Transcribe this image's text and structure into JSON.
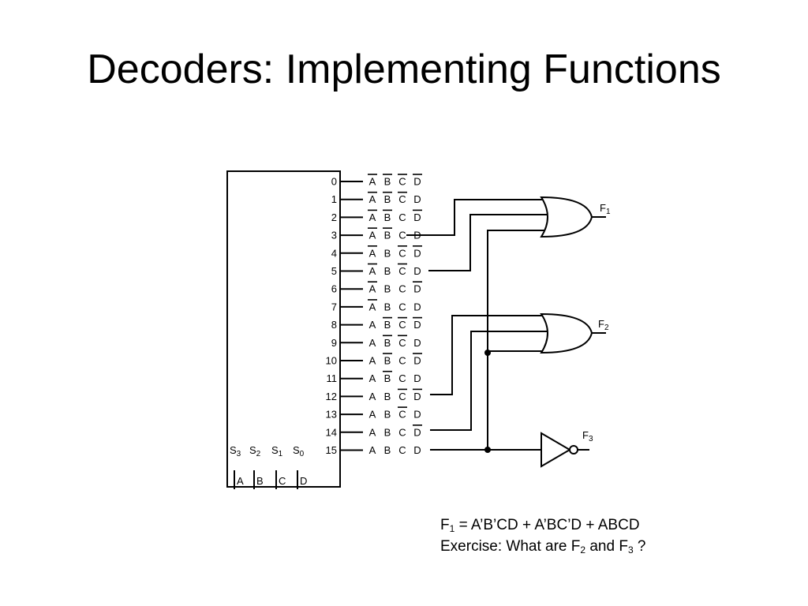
{
  "slide": {
    "title": "Decoders: Implementing Functions"
  },
  "decoder": {
    "outputs": [
      {
        "num": "0",
        "term": [
          {
            "v": "A",
            "bar": true
          },
          {
            "v": "B",
            "bar": true
          },
          {
            "v": "C",
            "bar": true
          },
          {
            "v": "D",
            "bar": true
          }
        ]
      },
      {
        "num": "1",
        "term": [
          {
            "v": "A",
            "bar": true
          },
          {
            "v": "B",
            "bar": true
          },
          {
            "v": "C",
            "bar": true
          },
          {
            "v": "D",
            "bar": false
          }
        ]
      },
      {
        "num": "2",
        "term": [
          {
            "v": "A",
            "bar": true
          },
          {
            "v": "B",
            "bar": true
          },
          {
            "v": "C",
            "bar": false
          },
          {
            "v": "D",
            "bar": true
          }
        ]
      },
      {
        "num": "3",
        "term": [
          {
            "v": "A",
            "bar": true
          },
          {
            "v": "B",
            "bar": true
          },
          {
            "v": "C",
            "bar": false
          },
          {
            "v": "D",
            "bar": false
          }
        ]
      },
      {
        "num": "4",
        "term": [
          {
            "v": "A",
            "bar": true
          },
          {
            "v": "B",
            "bar": false
          },
          {
            "v": "C",
            "bar": true
          },
          {
            "v": "D",
            "bar": true
          }
        ]
      },
      {
        "num": "5",
        "term": [
          {
            "v": "A",
            "bar": true
          },
          {
            "v": "B",
            "bar": false
          },
          {
            "v": "C",
            "bar": true
          },
          {
            "v": "D",
            "bar": false
          }
        ]
      },
      {
        "num": "6",
        "term": [
          {
            "v": "A",
            "bar": true
          },
          {
            "v": "B",
            "bar": false
          },
          {
            "v": "C",
            "bar": false
          },
          {
            "v": "D",
            "bar": true
          }
        ]
      },
      {
        "num": "7",
        "term": [
          {
            "v": "A",
            "bar": true
          },
          {
            "v": "B",
            "bar": false
          },
          {
            "v": "C",
            "bar": false
          },
          {
            "v": "D",
            "bar": false
          }
        ]
      },
      {
        "num": "8",
        "term": [
          {
            "v": "A",
            "bar": false
          },
          {
            "v": "B",
            "bar": true
          },
          {
            "v": "C",
            "bar": true
          },
          {
            "v": "D",
            "bar": true
          }
        ]
      },
      {
        "num": "9",
        "term": [
          {
            "v": "A",
            "bar": false
          },
          {
            "v": "B",
            "bar": true
          },
          {
            "v": "C",
            "bar": true
          },
          {
            "v": "D",
            "bar": false
          }
        ]
      },
      {
        "num": "10",
        "term": [
          {
            "v": "A",
            "bar": false
          },
          {
            "v": "B",
            "bar": true
          },
          {
            "v": "C",
            "bar": false
          },
          {
            "v": "D",
            "bar": true
          }
        ]
      },
      {
        "num": "11",
        "term": [
          {
            "v": "A",
            "bar": false
          },
          {
            "v": "B",
            "bar": true
          },
          {
            "v": "C",
            "bar": false
          },
          {
            "v": "D",
            "bar": false
          }
        ]
      },
      {
        "num": "12",
        "term": [
          {
            "v": "A",
            "bar": false
          },
          {
            "v": "B",
            "bar": false
          },
          {
            "v": "C",
            "bar": true
          },
          {
            "v": "D",
            "bar": true
          }
        ]
      },
      {
        "num": "13",
        "term": [
          {
            "v": "A",
            "bar": false
          },
          {
            "v": "B",
            "bar": false
          },
          {
            "v": "C",
            "bar": true
          },
          {
            "v": "D",
            "bar": false
          }
        ]
      },
      {
        "num": "14",
        "term": [
          {
            "v": "A",
            "bar": false
          },
          {
            "v": "B",
            "bar": false
          },
          {
            "v": "C",
            "bar": false
          },
          {
            "v": "D",
            "bar": true
          }
        ]
      },
      {
        "num": "15",
        "term": [
          {
            "v": "A",
            "bar": false
          },
          {
            "v": "B",
            "bar": false
          },
          {
            "v": "C",
            "bar": false
          },
          {
            "v": "D",
            "bar": false
          }
        ]
      }
    ],
    "selects": [
      {
        "label": "S",
        "sub": "3",
        "input": "A"
      },
      {
        "label": "S",
        "sub": "2",
        "input": "B"
      },
      {
        "label": "S",
        "sub": "1",
        "input": "C"
      },
      {
        "label": "S",
        "sub": "0",
        "input": "D"
      }
    ]
  },
  "gates": {
    "f1": {
      "label": "F",
      "sub": "1"
    },
    "f2": {
      "label": "F",
      "sub": "2"
    },
    "f3": {
      "label": "F",
      "sub": "3"
    }
  },
  "notes": {
    "line1": {
      "f": "F",
      "sub": "1",
      "rest": " = A’B’CD + A’BC’D + ABCD"
    },
    "line2": {
      "pre": "Exercise: What are F",
      "sub_a": "2",
      "mid": " and F",
      "sub_b": "3",
      "post": " ?"
    }
  }
}
